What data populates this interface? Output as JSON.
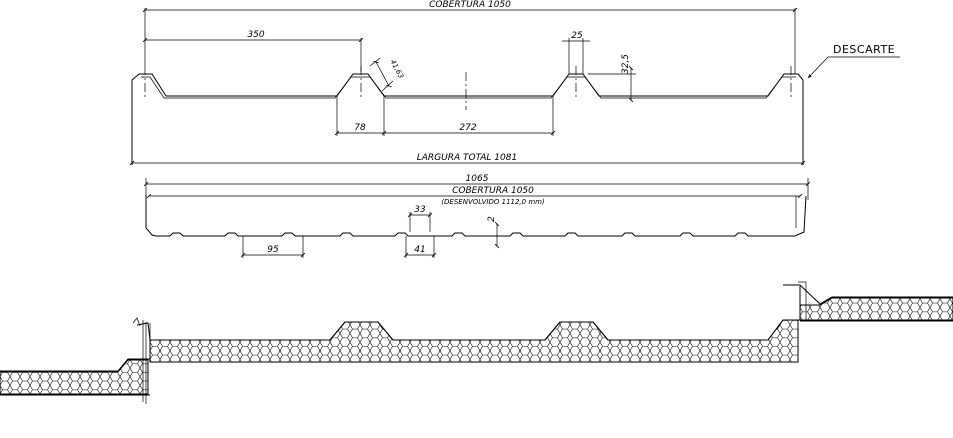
{
  "top_profile": {
    "coverage_label": "COBERTURA 1050",
    "dim_350": "350",
    "dim_25": "25",
    "dim_32_5": "32,5",
    "dim_41_63": "41,63",
    "dim_78": "78",
    "dim_272": "272",
    "total_width_label": "LARGURA TOTAL 1081",
    "discard_label": "DESCARTE"
  },
  "bottom_profile": {
    "dim_1065": "1065",
    "coverage_label": "COBERTURA 1050",
    "developed_label": "(DESENVOLVIDO 1112,0 mm)",
    "dim_33": "33",
    "dim_2": "2",
    "dim_41": "41",
    "dim_95": "95"
  }
}
